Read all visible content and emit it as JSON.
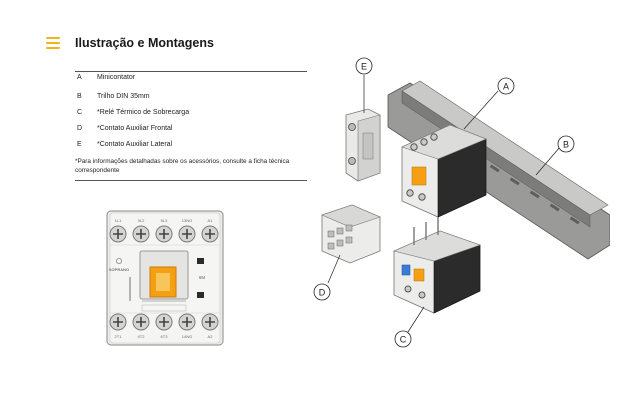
{
  "header": {
    "title": "Ilustração e Montagens",
    "menu_icon": "hamburger-menu-icon",
    "accent_color": "#f2b21b"
  },
  "legend": [
    {
      "letter": "A",
      "text": "Minicontator"
    },
    {
      "letter": "B",
      "text": "Trilho DIN 35mm"
    },
    {
      "letter": "C",
      "text": "*Relé Térmico de Sobrecarga"
    },
    {
      "letter": "D",
      "text": "*Contato Auxiliar Frontal"
    },
    {
      "letter": "E",
      "text": "*Contato Auxiliar Lateral"
    }
  ],
  "note": "*Para informações detalhadas sobre os acessórios, consulte a ficha técnica correspondente",
  "contactor": {
    "top_terminals": [
      "1L1",
      "3L2",
      "5L3",
      "13NO",
      "A1"
    ],
    "bottom_terminals": [
      "2T1",
      "4T2",
      "6T3",
      "14NO",
      "A2"
    ],
    "brand": "SOPRANO",
    "model": "6M"
  },
  "diagram_callouts": [
    "A",
    "B",
    "C",
    "D",
    "E"
  ]
}
